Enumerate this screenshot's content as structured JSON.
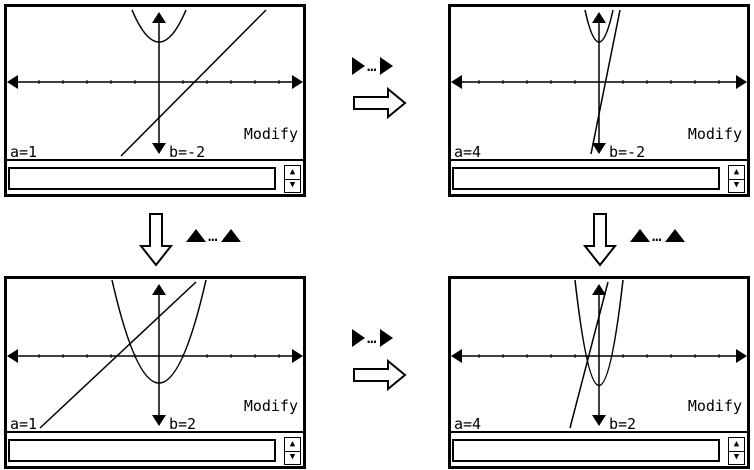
{
  "screens": [
    {
      "id": "s1",
      "a_label": "a=1",
      "b_label": "b=-2",
      "mode_label": "Modify"
    },
    {
      "id": "s2",
      "a_label": "a=4",
      "b_label": "b=-2",
      "mode_label": "Modify"
    },
    {
      "id": "s3",
      "a_label": "a=1",
      "b_label": "b=2",
      "mode_label": "Modify"
    },
    {
      "id": "s4",
      "a_label": "a=4",
      "b_label": "b=2",
      "mode_label": "Modify"
    }
  ],
  "key_sequences": {
    "right": {
      "key": "right-cursor-key",
      "separator": "…"
    },
    "up": {
      "key": "up-cursor-key",
      "separator": "…"
    }
  },
  "icons": {
    "transition_right": "hollow-right-arrow-icon",
    "transition_down": "hollow-down-arrow-icon",
    "stepper": "up-down-stepper-icon"
  }
}
